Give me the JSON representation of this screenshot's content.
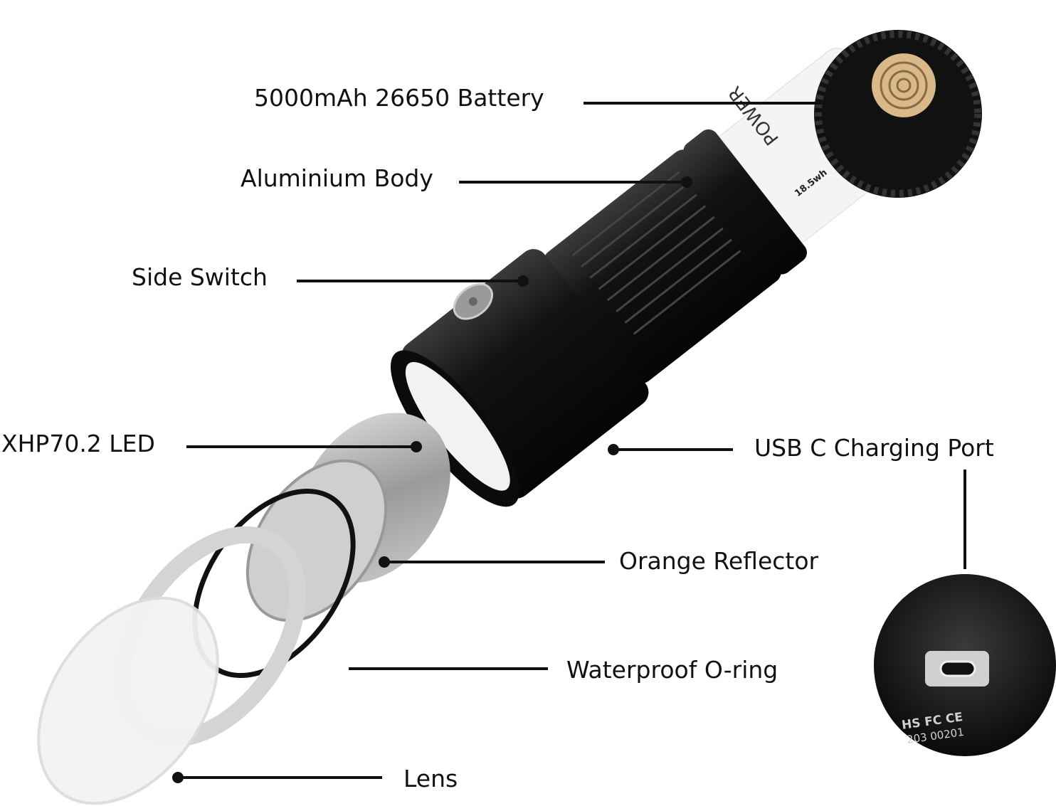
{
  "labels": {
    "battery": "5000mAh 26650 Battery",
    "body": "Aluminium Body",
    "switch": "Side Switch",
    "led": "XHP70.2 LED",
    "usb": "USB C Charging Port",
    "reflector": "Orange Reflector",
    "oring": "Waterproof O-ring",
    "lens": "Lens"
  },
  "product_print": {
    "battery_brand": "POWER",
    "battery_energy": "18.5wh",
    "cert_marks": "HS FC CE",
    "serial": "203 00201"
  },
  "colors": {
    "body": "#151515",
    "battery": "#f4f4f4",
    "spring": "#d9b88a",
    "silver": "#b8b8b8",
    "line": "#111111"
  }
}
